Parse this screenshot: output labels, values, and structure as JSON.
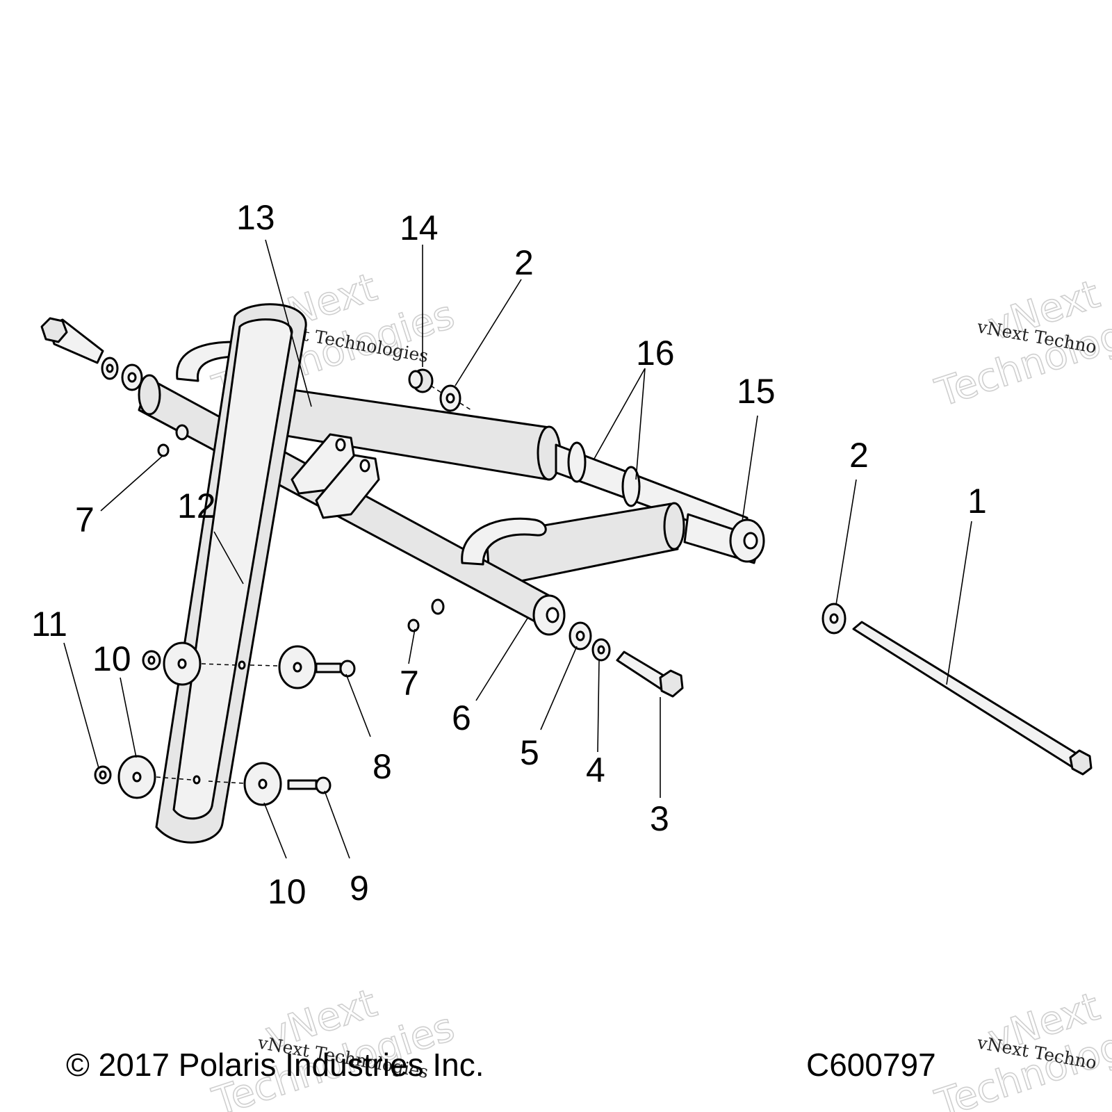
{
  "callouts": {
    "c1": "1",
    "c2a": "2",
    "c2b": "2",
    "c3": "3",
    "c4": "4",
    "c5": "5",
    "c6": "6",
    "c7a": "7",
    "c7b": "7",
    "c8": "8",
    "c9": "9",
    "c10a": "10",
    "c10b": "10",
    "c11": "11",
    "c12": "12",
    "c13": "13",
    "c14": "14",
    "c15": "15",
    "c16": "16"
  },
  "footer": {
    "copyright": "© 2017 Polaris Industries Inc.",
    "diagram_code": "C600797"
  },
  "watermark": {
    "line_top": "vNext",
    "line_bottom": "Technologies",
    "caption": "vNext Technologies",
    "caption_clipped": "vNext Techno"
  }
}
